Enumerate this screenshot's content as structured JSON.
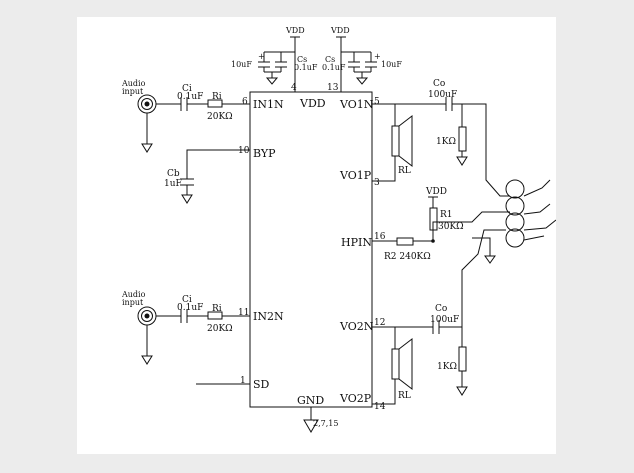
{
  "chip": {
    "pins": {
      "in1n": "IN1N",
      "vdd": "VDD",
      "vo1n": "VO1N",
      "byp": "BYP",
      "vo1p": "VO1P",
      "hpin": "HPIN",
      "in2n": "IN2N",
      "vo2n": "VO2N",
      "sd": "SD",
      "gnd": "GND",
      "vo2p": "VO2P"
    },
    "pin_numbers": {
      "p6": "6",
      "p4": "4",
      "p13": "13",
      "p5": "5",
      "p10": "10",
      "p3": "3",
      "p16": "16",
      "p11": "11",
      "p12": "12",
      "p1": "1",
      "p14": "14",
      "gnd_pins": "2,7,15"
    }
  },
  "inputs": {
    "top_label": [
      "Audio",
      "input"
    ],
    "bottom_label": [
      "Audio",
      "input"
    ]
  },
  "components": {
    "ci_top_name": "Ci",
    "ci_top_value": "0.1uF",
    "ri_top_name": "Ri",
    "ri_top_value": "20KΩ",
    "ci_bot_name": "Ci",
    "ci_bot_value": "0.1uF",
    "ri_bot_name": "Ri",
    "ri_bot_value": "20KΩ",
    "cb_name": "Cb",
    "cb_value": "1uF",
    "vdd_left": "VDD",
    "vdd_right": "VDD",
    "vdd_r1": "VDD",
    "cap_10u_left": "10uF",
    "cs_left_name": "Cs",
    "cs_left_value": "0.1uF",
    "cs_right_name": "Cs",
    "cs_right_value": "0.1uF",
    "cap_10u_right": "10uF",
    "co_top_name": "Co",
    "co_top_value": "100uF",
    "co_bot_name": "Co",
    "co_bot_value": "100uF",
    "rl_top": "RL",
    "rl_bot": "RL",
    "r1k_top": "1KΩ",
    "r1k_bot": "1KΩ",
    "r1_name": "R1",
    "r1_value": "30KΩ",
    "r2_label": "R2  240KΩ"
  }
}
